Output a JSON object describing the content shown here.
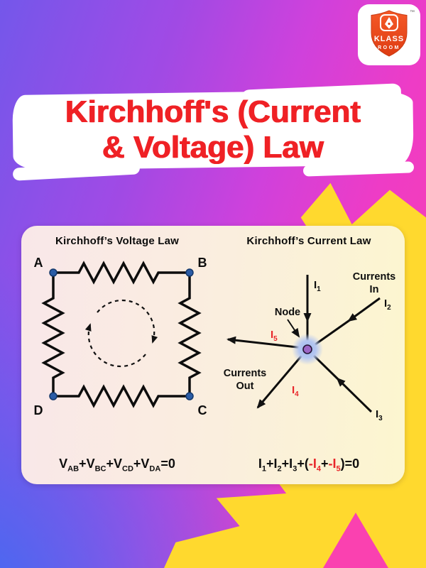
{
  "logo": {
    "brand_top": "KLASS",
    "brand_bottom": "ROOM",
    "trademark": "™"
  },
  "title": {
    "line1": "Kirchhoff's (Current",
    "line2": "& Voltage) Law"
  },
  "kvl": {
    "heading": "Kirchhoff’s Voltage Law",
    "corner_a": "A",
    "corner_b": "B",
    "corner_c": "C",
    "corner_d": "D",
    "equation": [
      {
        "base": "V",
        "sub": "AB",
        "op": "+"
      },
      {
        "base": "V",
        "sub": "BC",
        "op": "+"
      },
      {
        "base": "V",
        "sub": "CD",
        "op": "+"
      },
      {
        "base": "V",
        "sub": "DA",
        "op": "=0"
      }
    ]
  },
  "kcl": {
    "heading": "Kirchhoff’s Current Law",
    "node_label": "Node",
    "currents_in_line1": "Currents",
    "currents_in_line2": "In",
    "currents_out_line1": "Currents",
    "currents_out_line2": "Out",
    "currents": {
      "i1": {
        "base": "I",
        "sub": "1"
      },
      "i2": {
        "base": "I",
        "sub": "2"
      },
      "i3": {
        "base": "I",
        "sub": "3"
      },
      "i4": {
        "base": "I",
        "sub": "4"
      },
      "i5": {
        "base": "I",
        "sub": "5"
      }
    },
    "equation": [
      {
        "base": "I",
        "sub": "1",
        "op": "+",
        "negative": false
      },
      {
        "base": "I",
        "sub": "2",
        "op": "+",
        "negative": false
      },
      {
        "base": "I",
        "sub": "3",
        "op": "+(",
        "negative": false
      },
      {
        "base": "-I",
        "sub": "4",
        "op": "+",
        "negative": true
      },
      {
        "base": "-I",
        "sub": "5",
        "op": ")=0",
        "negative": true
      }
    ]
  },
  "colors": {
    "title_red": "#ef2125",
    "decor_yellow": "#ffd92e",
    "background_purple": "#a04ae4",
    "background_pink": "#fb40ab",
    "node_purple": "#9c66c6",
    "node_halo_blue": "#b5c7f1",
    "negative_current_red": "#e8262a",
    "corner_dot_blue": "#2a5ca6",
    "logo_orange": "#ea4a1f"
  }
}
